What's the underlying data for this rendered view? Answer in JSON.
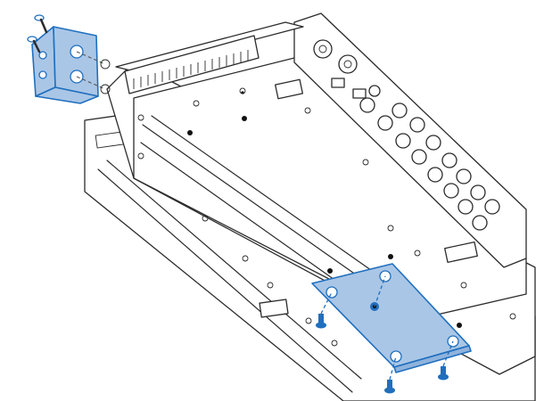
{
  "figure": {
    "kind": "exploded mounting assembly line drawing",
    "colors": {
      "highlight_fill": "#aac6e6",
      "highlight_stroke": "#1f6fbf",
      "outline": "#2b2b2b",
      "background": "#ffffff"
    },
    "parts": [
      {
        "name": "rack-ear-bracket",
        "screws": 2,
        "highlighted": true
      },
      {
        "name": "mounting-plate",
        "screws": 4,
        "highlighted": true
      },
      {
        "name": "device-enclosure",
        "highlighted": false
      }
    ]
  }
}
